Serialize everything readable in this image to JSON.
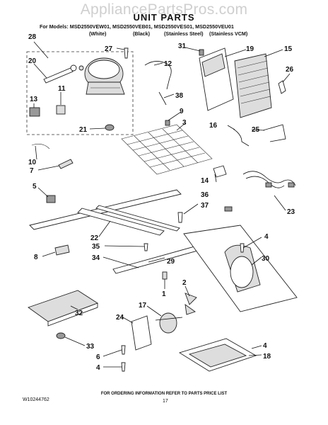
{
  "watermark": "AppliancePartsPros.com",
  "title": "UNIT PARTS",
  "models_line": "For Models: MSD2550VEW01, MSD2550VEB01, MSD2550VES01, MSD2550VEU01",
  "variants": [
    "(White)",
    "(Black)",
    "(Stainless Steel)",
    "(Stainless VCM)"
  ],
  "footer": "FOR ORDERING INFORMATION REFER TO PARTS PRICE LIST",
  "part_number": "W10244762",
  "page_number": "17",
  "callouts": [
    "28",
    "27",
    "31",
    "19",
    "15",
    "20",
    "12",
    "11",
    "13",
    "38",
    "26",
    "21",
    "9",
    "3",
    "16",
    "25",
    "10",
    "7",
    "14",
    "36",
    "5",
    "37",
    "23",
    "22",
    "35",
    "4",
    "30",
    "8",
    "34",
    "29",
    "1",
    "2",
    "17",
    "24",
    "32",
    "33",
    "6",
    "4",
    "18"
  ]
}
